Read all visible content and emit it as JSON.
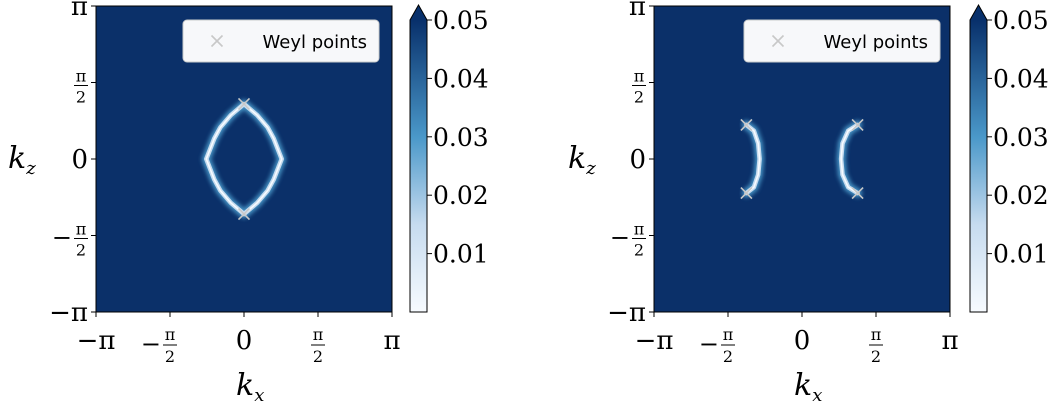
{
  "colors": {
    "background": "#0b3069",
    "cbar_top": "#08306b",
    "cbar_mid": "#4a98c9",
    "cbar_low": "#c6dbef",
    "cbar_bottom": "#f7fbff",
    "marker": "#c8c8c8"
  },
  "chart_data": [
    {
      "type": "heatmap",
      "title": "",
      "xlabel": "k",
      "xlabel_sub": "x",
      "ylabel": "k",
      "ylabel_sub": "z",
      "xlim": [
        -3.14159,
        3.14159
      ],
      "ylim": [
        -3.14159,
        3.14159
      ],
      "x_ticks": [
        {
          "value": -3.14159,
          "sign": "−",
          "num": "π",
          "den": ""
        },
        {
          "value": -1.5708,
          "sign": "−",
          "num": "π",
          "den": "2"
        },
        {
          "value": 0,
          "sign": "",
          "num": "0",
          "den": ""
        },
        {
          "value": 1.5708,
          "sign": "",
          "num": "π",
          "den": "2"
        },
        {
          "value": 3.14159,
          "sign": "",
          "num": "π",
          "den": ""
        }
      ],
      "y_ticks": [
        {
          "value": 3.14159,
          "sign": "",
          "num": "π",
          "den": ""
        },
        {
          "value": 1.5708,
          "sign": "",
          "num": "π",
          "den": "2"
        },
        {
          "value": 0,
          "sign": "",
          "num": "0",
          "den": ""
        },
        {
          "value": -1.5708,
          "sign": "−",
          "num": "π",
          "den": "2"
        },
        {
          "value": -3.14159,
          "sign": "−",
          "num": "π",
          "den": ""
        }
      ],
      "legend": {
        "label": "Weyl points",
        "placement": "top-right"
      },
      "weyl_points": [
        [
          0,
          1.13
        ],
        [
          0,
          -1.13
        ]
      ],
      "arcs": [
        {
          "x": [
            0,
            0.28,
            0.5,
            0.63,
            0.8,
            0.63,
            0.5,
            0.28,
            0,
            -0.28,
            -0.5,
            -0.63,
            -0.8,
            -0.63,
            -0.5,
            -0.28,
            0
          ],
          "y": [
            1.13,
            0.9,
            0.65,
            0.42,
            0,
            -0.42,
            -0.65,
            -0.9,
            -1.13,
            -0.9,
            -0.65,
            -0.42,
            0,
            0.42,
            0.65,
            0.9,
            1.13
          ]
        }
      ],
      "colorbar": {
        "min": 0,
        "max": 0.05,
        "ticks": [
          "0.01",
          "0.02",
          "0.03",
          "0.04",
          "0.05"
        ],
        "tick_values": [
          0.01,
          0.02,
          0.03,
          0.04,
          0.05
        ],
        "extend": "max"
      }
    },
    {
      "type": "heatmap",
      "title": "",
      "xlabel": "k",
      "xlabel_sub": "x",
      "ylabel": "k",
      "ylabel_sub": "z",
      "xlim": [
        -3.14159,
        3.14159
      ],
      "ylim": [
        -3.14159,
        3.14159
      ],
      "x_ticks": [
        {
          "value": -3.14159,
          "sign": "−",
          "num": "π",
          "den": ""
        },
        {
          "value": -1.5708,
          "sign": "−",
          "num": "π",
          "den": "2"
        },
        {
          "value": 0,
          "sign": "",
          "num": "0",
          "den": ""
        },
        {
          "value": 1.5708,
          "sign": "",
          "num": "π",
          "den": "2"
        },
        {
          "value": 3.14159,
          "sign": "",
          "num": "π",
          "den": ""
        }
      ],
      "y_ticks": [
        {
          "value": 3.14159,
          "sign": "",
          "num": "π",
          "den": ""
        },
        {
          "value": 1.5708,
          "sign": "",
          "num": "π",
          "den": "2"
        },
        {
          "value": 0,
          "sign": "",
          "num": "0",
          "den": ""
        },
        {
          "value": -1.5708,
          "sign": "−",
          "num": "π",
          "den": "2"
        },
        {
          "value": -3.14159,
          "sign": "−",
          "num": "π",
          "den": ""
        }
      ],
      "legend": {
        "label": "Weyl points",
        "placement": "top-right"
      },
      "weyl_points": [
        [
          -1.18,
          0.7
        ],
        [
          -1.18,
          -0.7
        ],
        [
          1.18,
          0.7
        ],
        [
          1.18,
          -0.7
        ]
      ],
      "arcs": [
        {
          "x": [
            -1.18,
            -1.02,
            -0.93,
            -0.9,
            -0.93,
            -1.02,
            -1.18
          ],
          "y": [
            0.7,
            0.58,
            0.32,
            0,
            -0.32,
            -0.58,
            -0.7
          ]
        },
        {
          "x": [
            1.18,
            0.98,
            0.86,
            0.83,
            0.86,
            0.98,
            1.18
          ],
          "y": [
            0.7,
            0.58,
            0.32,
            0,
            -0.32,
            -0.58,
            -0.7
          ]
        }
      ],
      "colorbar": {
        "min": 0,
        "max": 0.05,
        "ticks": [
          "0.01",
          "0.02",
          "0.03",
          "0.04",
          "0.05"
        ],
        "tick_values": [
          0.01,
          0.02,
          0.03,
          0.04,
          0.05
        ],
        "extend": "max"
      }
    }
  ]
}
